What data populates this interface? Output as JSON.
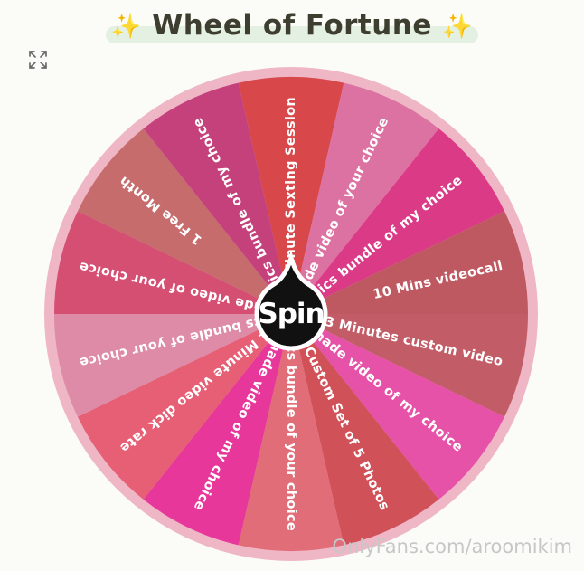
{
  "header": {
    "title": "Wheel of Fortune",
    "sparkle_left": "✨",
    "sparkle_right": "✨"
  },
  "toolbar": {
    "expand_icon": "expand-icon"
  },
  "wheel": {
    "spin_label": "Spin",
    "slices": [
      {
        "label": "15 Minute Sexting Session",
        "color": "#d8474a"
      },
      {
        "label": "Premade video of your choice",
        "color": "#dc72a2"
      },
      {
        "label": "Pics bundle of my choice",
        "color": "#db3a86"
      },
      {
        "label": "10 Mins videocall",
        "color": "#bf5961"
      },
      {
        "label": "3 Minutes custom video",
        "color": "#c25d67"
      },
      {
        "label": "Premade video of my choice",
        "color": "#e552a7"
      },
      {
        "label": "Custom Set of 5 Photos",
        "color": "#d05158"
      },
      {
        "label": "Pics bundle of your choice",
        "color": "#e06d77"
      },
      {
        "label": "Premade video of my choice",
        "color": "#e7379a"
      },
      {
        "label": "1 Minute video dick rate",
        "color": "#e65f75"
      },
      {
        "label": "Pics bundle of your choice",
        "color": "#dd8ba7"
      },
      {
        "label": "Premade video of your choice",
        "color": "#d54f73"
      },
      {
        "label": "1 Free Month",
        "color": "#c66c6d"
      },
      {
        "label": "Pics bundle of my choice",
        "color": "#c5417b"
      }
    ]
  },
  "footer": {
    "watermark": "OnlyFans.com/aroomikim"
  }
}
